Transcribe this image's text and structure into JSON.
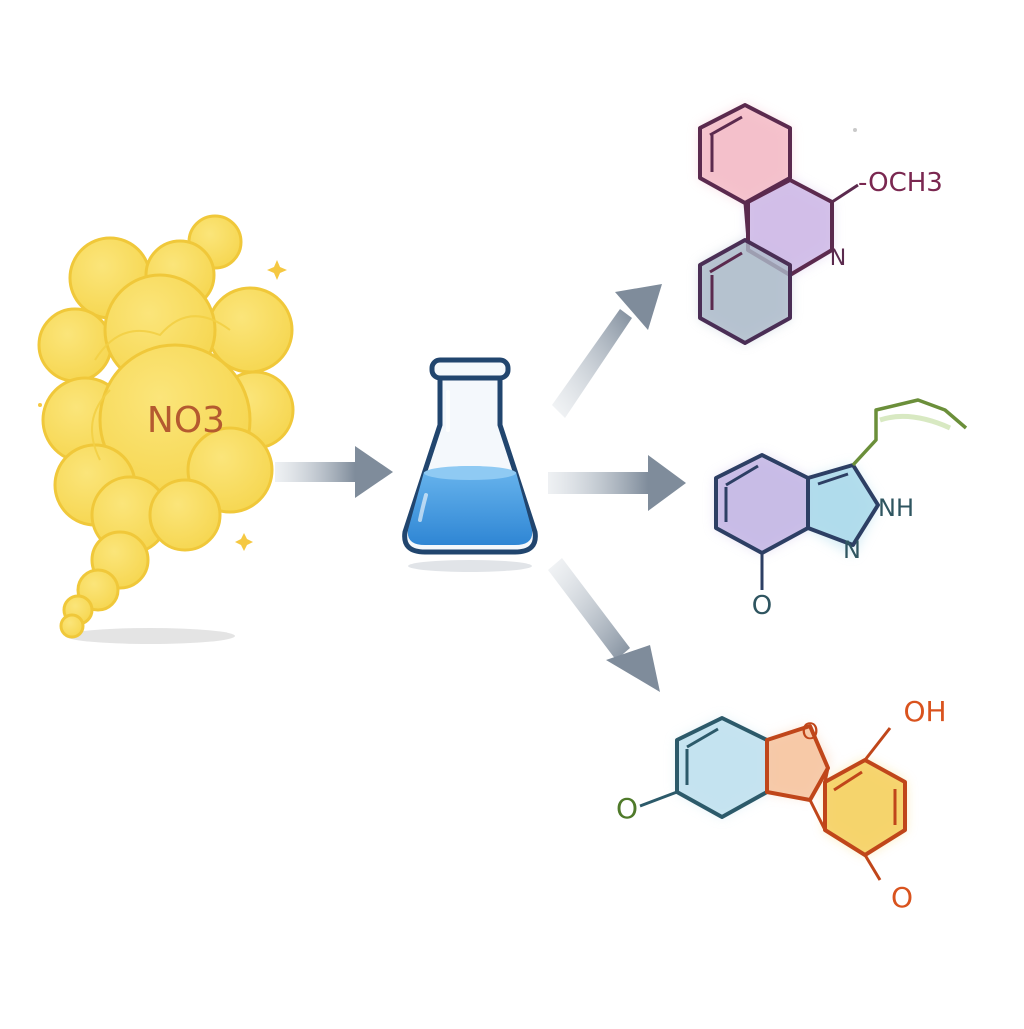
{
  "cloud": {
    "label": "NO3",
    "colors": {
      "fill": "#f7dc58",
      "edge": "#f0c83a",
      "text": "#b45a30"
    }
  },
  "flask": {
    "colors": {
      "outline": "#21456e",
      "liquid": "#3f9be0",
      "liquid_light": "#86c6f2"
    }
  },
  "arrows": {
    "color": "#8a97a6"
  },
  "molecules": {
    "top": {
      "labels": {
        "substituent": "-OCH3",
        "heteroatom": "N"
      },
      "colors": {
        "outline": "#5b2a4e",
        "ring_a": "#f3b8c4",
        "ring_b": "#cdb8e6",
        "ring_c": "#aebccb",
        "label": "#7a2750"
      }
    },
    "middle": {
      "labels": {
        "nh": "NH",
        "n": "N",
        "oxygen": "O"
      },
      "colors": {
        "outline": "#2d3f64",
        "ring_a": "#c2b4e4",
        "ring_b": "#a8d8ea",
        "chain": "#6b8f3a",
        "label": "#2f5560"
      }
    },
    "bottom": {
      "labels": {
        "hydroxyl": "OH",
        "ring_oxygen": "O",
        "left_oxygen": "O",
        "bottom_oxygen": "O"
      },
      "colors": {
        "outline_left": "#2c5a6a",
        "outline_right": "#c0461a",
        "ring_a": "#bfe0ee",
        "ring_b": "#f6c4a0",
        "ring_c": "#f5d060",
        "left_o": "#4f7a2a",
        "right_o": "#d9531e"
      }
    }
  }
}
